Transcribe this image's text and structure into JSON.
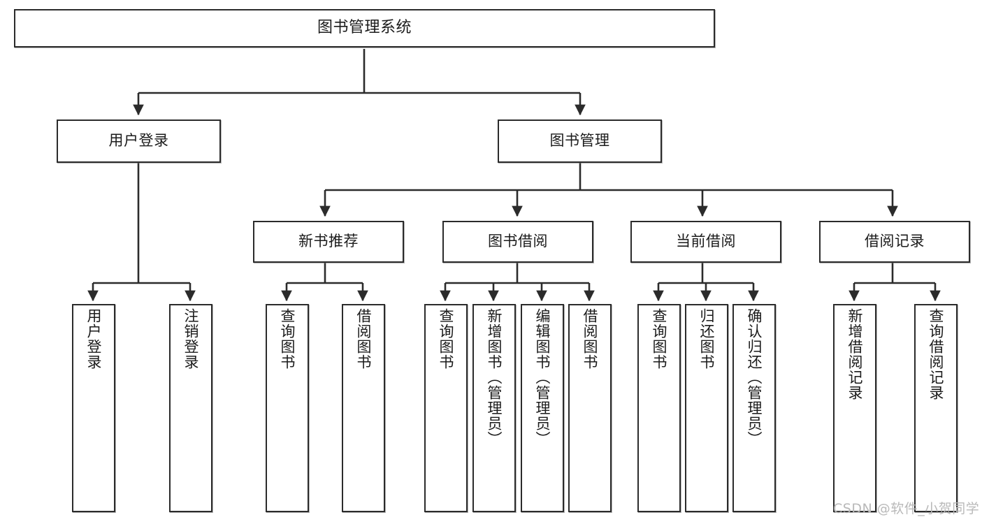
{
  "diagram": {
    "title": "图书管理系统",
    "watermark": "CSDN @软件_小贺同学",
    "stroke_color": "#2b2b2b",
    "fill_color": "#ffffff",
    "text_color": "#1b1b1b",
    "watermark_color": "#b9b9b9"
  },
  "nodes": {
    "root": {
      "label": "图书管理系统"
    },
    "level2": [
      {
        "label": "用户登录"
      },
      {
        "label": "图书管理"
      }
    ],
    "level3": [
      {
        "label": "新书推荐"
      },
      {
        "label": "图书借阅"
      },
      {
        "label": "当前借阅"
      },
      {
        "label": "借阅记录"
      }
    ],
    "leaves": {
      "user_login": [
        {
          "label": "用户登录"
        },
        {
          "label": "注销登录"
        }
      ],
      "new_book": [
        {
          "label": "查询图书"
        },
        {
          "label": "借阅图书"
        }
      ],
      "book_borrow": [
        {
          "label": "查询图书"
        },
        {
          "label": "新增图书（管理员）"
        },
        {
          "label": "编辑图书（管理员）"
        },
        {
          "label": "借阅图书"
        }
      ],
      "current_borrow": [
        {
          "label": "查询图书"
        },
        {
          "label": "归还图书"
        },
        {
          "label": "确认归还（管理员）"
        }
      ],
      "borrow_record": [
        {
          "label": "新增借阅记录"
        },
        {
          "label": "查询借阅记录"
        }
      ]
    }
  }
}
